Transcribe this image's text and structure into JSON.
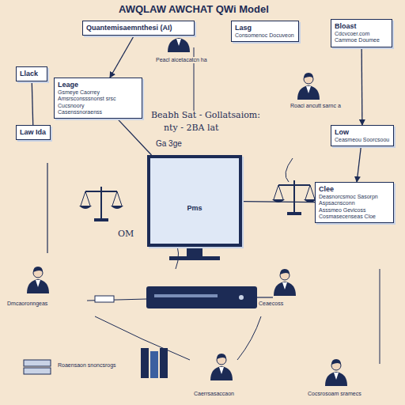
{
  "diagram": {
    "title": "AWQLAW AWCHAT QWi Model",
    "nodes": [
      {
        "text": [
          "Quantemisaemnthesi (AI)"
        ]
      },
      {
        "text": [
          "Llack"
        ]
      },
      {
        "text": [
          "Leage",
          "Gsmeye Caorrey",
          "Amsrsconsssnonst srsc",
          "Cucsnoory",
          "Casenssnoraenss"
        ]
      },
      {
        "text": [
          "Law Ida"
        ]
      },
      {
        "text": [
          "Lasg",
          "Consomenoc Docuveon"
        ]
      },
      {
        "text": [
          "Bloast",
          "Cdcvcoer.com",
          "Cammoe Doumee"
        ]
      },
      {
        "text": [
          "Low",
          "Ceasmeou Soorcsoou"
        ]
      },
      {
        "text": [
          "Clee",
          "Deasnorcsmoc Sasorpn",
          "Aspsacnsconn",
          "Asssmeo Gevicoss",
          "Cosmasecenseas Cloe"
        ]
      },
      {
        "text": [
          "Pms"
        ]
      }
    ],
    "edges": [
      {
        "from": 0,
        "to": 2,
        "arrow": "to"
      },
      {
        "from": 1,
        "to": 3,
        "arrow": "none"
      },
      {
        "from": 2,
        "to": 8,
        "arrow": "none"
      },
      {
        "from": 5,
        "to": 6,
        "arrow": "to"
      },
      {
        "from": 6,
        "to": 7,
        "arrow": "to"
      },
      {
        "from": 7,
        "to": 8,
        "arrow": "none"
      }
    ],
    "labels": [
      "Beabh Sat - Gollatsaiom:",
      "nty - 2BA lat",
      "Ga 3ge",
      "OM",
      "Peacl aicetacatcn ha",
      "Roaci ancutt sarnc a",
      "Ceaecoss",
      "Dmcaoronngeas",
      "Roaensaon snoncsrogs",
      "Caerrsasaccaon",
      "Cocsrosoam sramecs"
    ]
  }
}
